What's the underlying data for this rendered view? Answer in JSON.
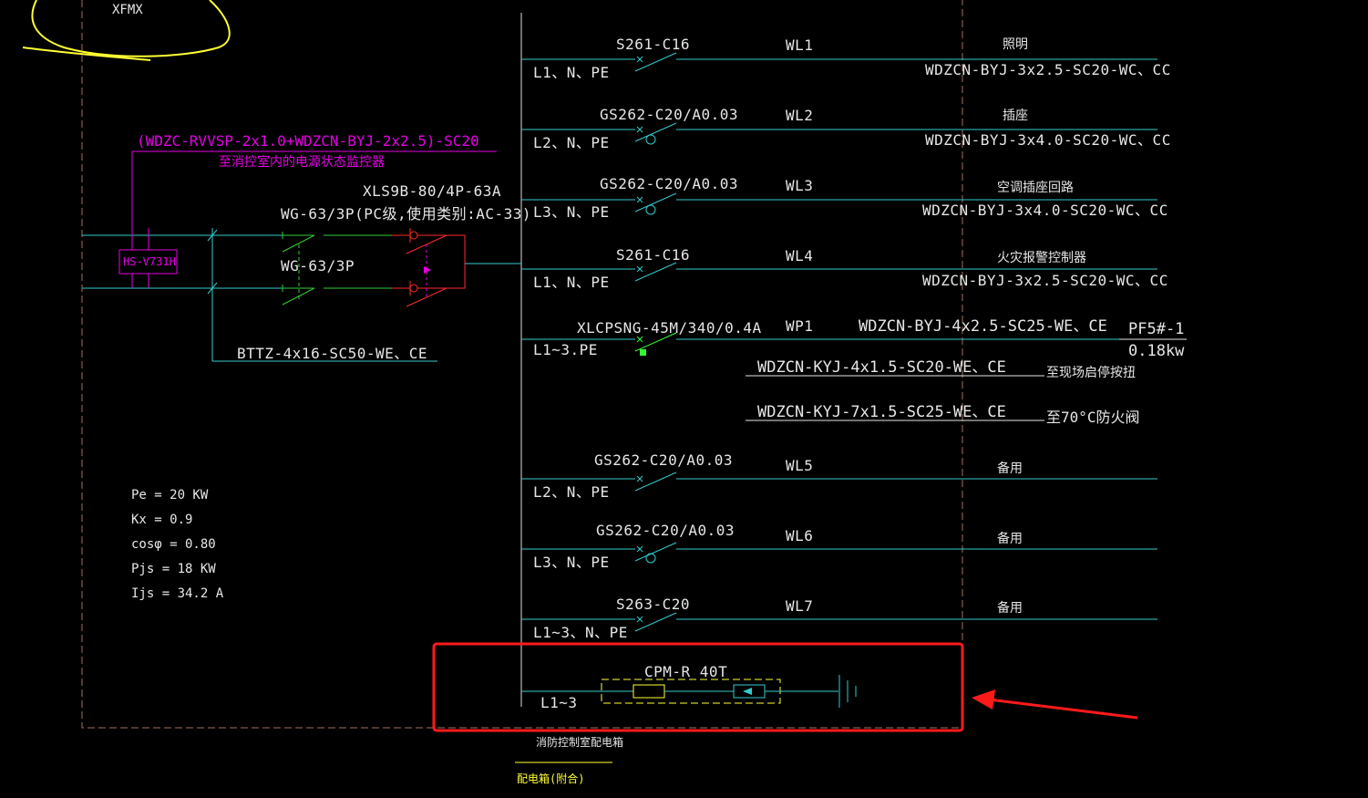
{
  "colors": {
    "background": "#000000",
    "wire": "#33cccc",
    "text": "#e6e6e6",
    "magenta": "#e400e4",
    "green": "#33ff33",
    "red": "#ff2a2a",
    "yellow": "#ffff33",
    "highlight": "#ff1a1a"
  },
  "panel_name": "XFMX",
  "monitor": {
    "cable": "(WDZC-RVVSP-2x1.0+WDZCN-BYJ-2x2.5)-SC20",
    "note": "至消控室内的电源状态监控器",
    "device": "HS-V731H"
  },
  "main_breaker": {
    "model": "XLS9B-80/4P-63A",
    "switch1": "WG-63/3P(PC级,使用类别:AC-33)",
    "switch2": "WG-63/3P"
  },
  "incoming_cable": "BTTZ-4x16-SC50-WE、CE",
  "load_calc": [
    "Pe = 20 KW",
    "Kx = 0.9",
    "cosφ = 0.80",
    "Pjs = 18 KW",
    "Ijs = 34.2 A"
  ],
  "circuits": [
    {
      "breaker": "S261-C16",
      "phase": "L1、N、PE",
      "id": "WL1",
      "use": "照明",
      "cable": "WDZCN-BYJ-3x2.5-SC20-WC、CC"
    },
    {
      "breaker": "GS262-C20/A0.03",
      "phase": "L2、N、PE",
      "id": "WL2",
      "use": "插座",
      "cable": "WDZCN-BYJ-3x4.0-SC20-WC、CC"
    },
    {
      "breaker": "GS262-C20/A0.03",
      "phase": "L3、N、PE",
      "id": "WL3",
      "use": "空调插座回路",
      "cable": "WDZCN-BYJ-3x4.0-SC20-WC、CC"
    },
    {
      "breaker": "S261-C16",
      "phase": "L1、N、PE",
      "id": "WL4",
      "use": "火灾报警控制器",
      "cable": "WDZCN-BYJ-3x2.5-SC20-WC、CC"
    },
    {
      "breaker": "GS262-C20/A0.03",
      "phase": "L2、N、PE",
      "id": "WL5",
      "use": "备用",
      "cable": ""
    },
    {
      "breaker": "GS262-C20/A0.03",
      "phase": "L3、N、PE",
      "id": "WL6",
      "use": "备用",
      "cable": ""
    },
    {
      "breaker": "S263-C20",
      "phase": "L1~3、N、PE",
      "id": "WL7",
      "use": "备用",
      "cable": ""
    }
  ],
  "wp1": {
    "breaker": "XLCPSNG-45M/340/0.4A",
    "phase": "L1~3.PE",
    "id": "WP1",
    "cable": "WDZCN-BYJ-4x2.5-SC25-WE、CE",
    "target": "PF5#-1",
    "power": "0.18kw",
    "cable2": "WDZCN-KYJ-4x1.5-SC20-WE、CE",
    "note2": "至现场启停按扭",
    "cable3": "WDZCN-KYJ-7x1.5-SC25-WE、CE",
    "note3": "至70°C防火阀"
  },
  "spd": {
    "model": "CPM-R 40T",
    "phase": "L1~3"
  },
  "footer": {
    "title": "消防控制室配电箱",
    "subtitle": "配电箱(附合)"
  }
}
